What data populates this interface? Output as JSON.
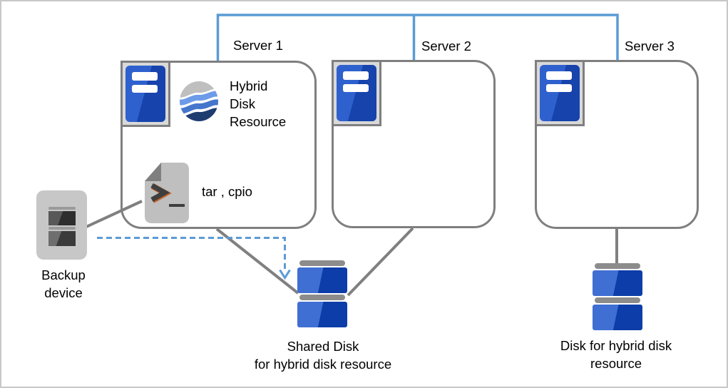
{
  "diagram": {
    "title_none": "",
    "servers": [
      {
        "name": "Server 1"
      },
      {
        "name": "Server 2"
      },
      {
        "name": "Server 3"
      }
    ],
    "server1": {
      "resource_label": "Hybrid Disk Resource",
      "tools_label": "tar , cpio"
    },
    "backup_device": {
      "label": "Backup device"
    },
    "shared_disk": {
      "label_line1": "Shared Disk",
      "label_line2": "for hybrid disk resource"
    },
    "hybrid_disk": {
      "label_line1": "Disk for hybrid disk",
      "label_line2": "resource"
    },
    "icons": {
      "server_icon": "server-chassis",
      "hybrid_resource_icon": "wavy-globe",
      "script_icon": "shell-script-file",
      "backup_icon": "tape-backup-device",
      "disk_icon": "disk-stack"
    },
    "colors": {
      "connector_blue": "#5B9BD5",
      "line_gray": "#808080",
      "box_border_gray": "#7F7F7F",
      "server_blue_light": "#2F61CE",
      "server_blue_dark": "#1743AC",
      "disk_blue_light": "#3F6FD3",
      "disk_blue_dark": "#0C3DA8",
      "disk_cap_gray": "#8C8C8C",
      "globe_gray": "#BFBFBF",
      "globe_light_blue": "#6D9BE8",
      "globe_mid_blue": "#4576CB",
      "globe_navy": "#1E3C6F",
      "file_body_gray": "#BFBFBF",
      "file_fold_gray": "#7F7F7F",
      "prompt_dark": "#3F3F3F",
      "prompt_accent": "#C0622B"
    }
  }
}
